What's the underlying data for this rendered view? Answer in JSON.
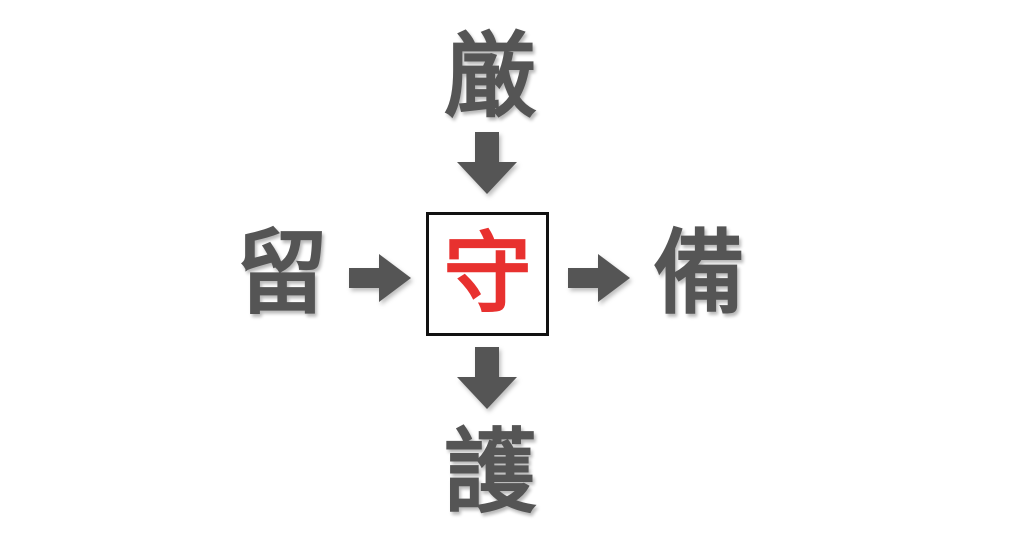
{
  "puzzle": {
    "top": "厳",
    "left": "留",
    "right": "備",
    "bottom": "護",
    "answer": "守"
  },
  "colors": {
    "kanji": "#555555",
    "arrow": "#555555",
    "answer": "#e8312f",
    "box_border": "#111111"
  },
  "icons": {
    "top_arrow": "arrow-down-icon",
    "left_arrow": "arrow-right-icon",
    "right_arrow": "arrow-right-icon",
    "bottom_arrow": "arrow-down-icon"
  }
}
